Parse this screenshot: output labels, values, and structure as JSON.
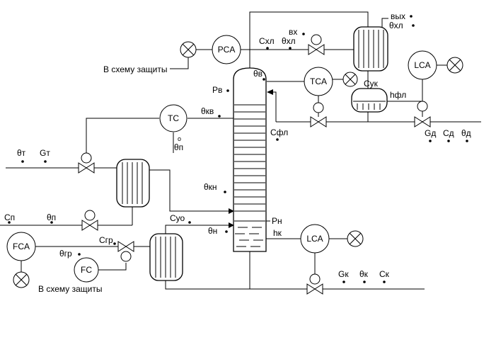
{
  "diagram": {
    "colors": {
      "line": "#000000",
      "background": "#ffffff"
    },
    "instruments": {
      "pca": "PCA",
      "tca": "TCA",
      "lca_top": "LCA",
      "tc": "TC",
      "fca": "FCA",
      "fc": "FC",
      "lca_bottom": "LCA"
    },
    "labels": {
      "protection_top": "В схему защиты",
      "protection_bottom": "В схему защиты",
      "coolant_out_line1": "вых",
      "coolant_out_line2": "θхл",
      "coolant_in_dir": "вх",
      "coolant_c": "Схл",
      "coolant_t": "θхл",
      "vapor_t": "θв",
      "top_pressure": "Рв",
      "top_section_t": "θкв",
      "setpoint_sup": "о",
      "setpoint_t": "θп",
      "heat_t": "θт",
      "heat_g": "Gт",
      "bottom_section_t": "θкн",
      "feed_c": "Сп",
      "feed_t": "θп",
      "steam_c": "Сгр",
      "steam_t": "θгр",
      "reboiler_vapor_c": "Суо",
      "bottom_t": "θн",
      "bottom_pressure": "Рн",
      "bottom_level": "hк",
      "reflux_c": "Сфл",
      "drum_c": "Сук",
      "drum_level": "hфл",
      "distillate_g": "Gд",
      "distillate_c": "Сд",
      "distillate_t": "θд",
      "bottoms_g": "Gк",
      "bottoms_t": "θк",
      "bottoms_c": "Ск"
    }
  }
}
